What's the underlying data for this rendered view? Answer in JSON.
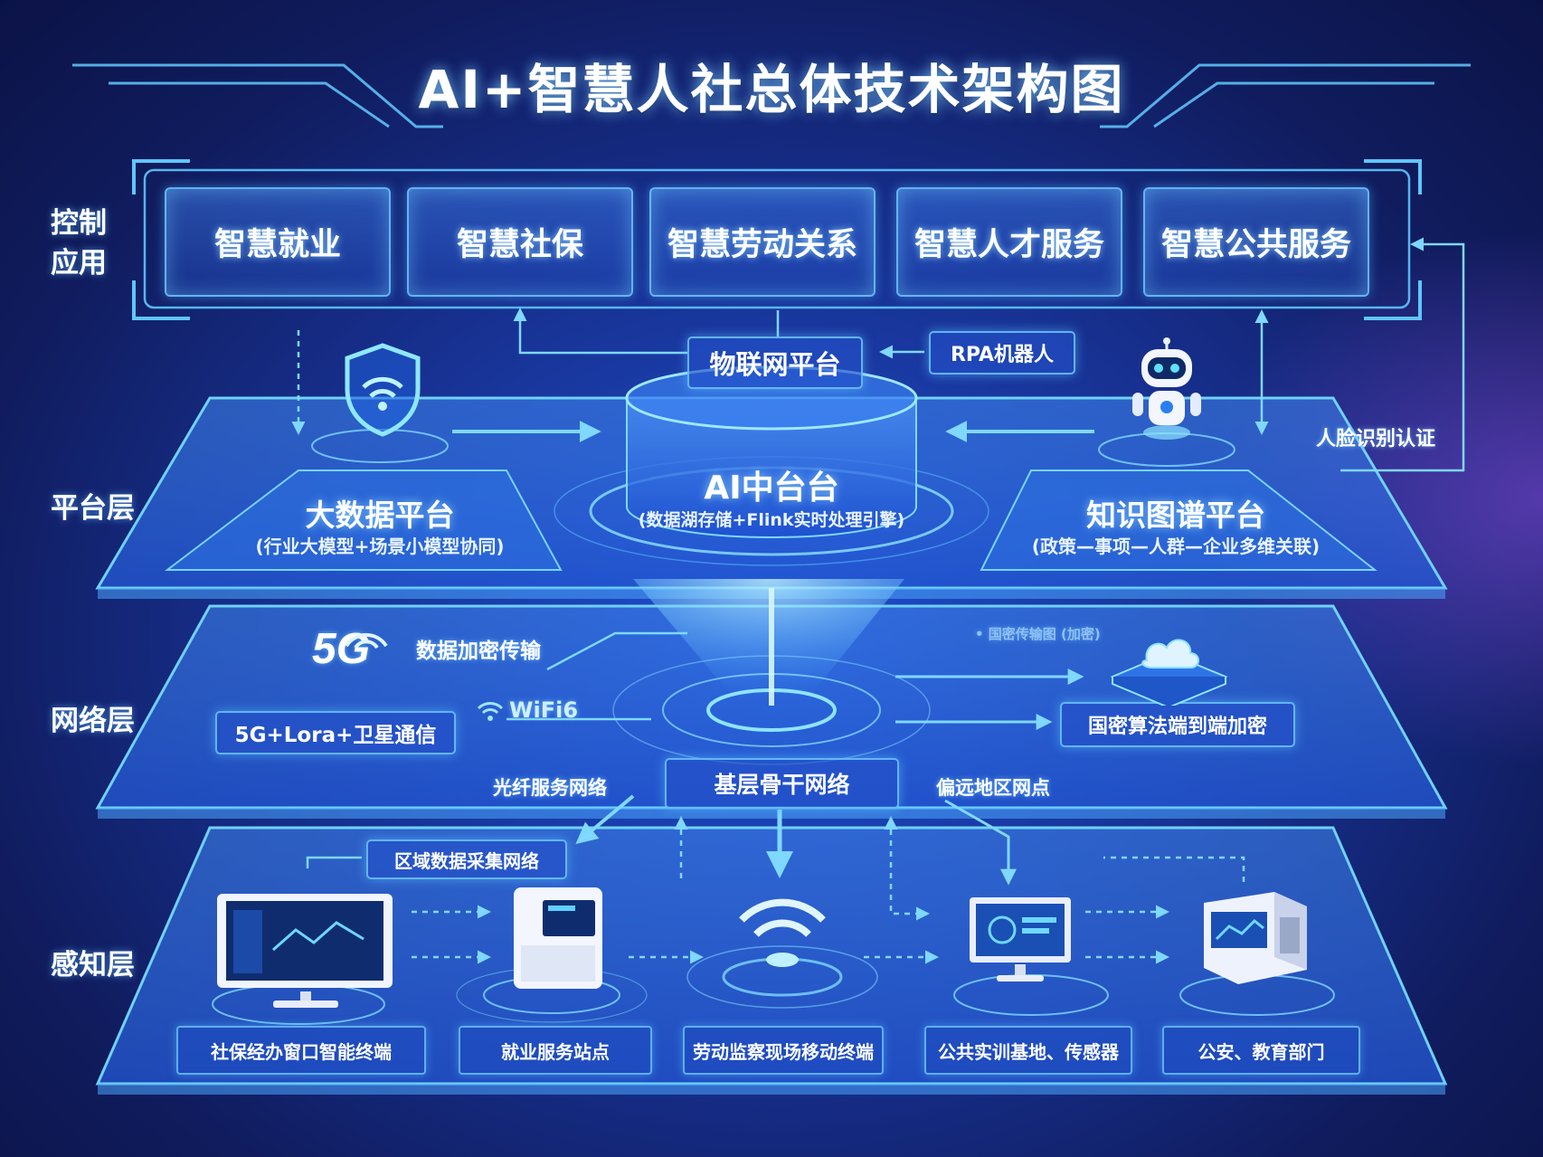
{
  "title": "AI+智慧人社总体技术架构图",
  "layers": {
    "application": "控制\n应用",
    "platform": "平台层",
    "network": "网络层",
    "perception": "感知层"
  },
  "applications": [
    "智慧就业",
    "智慧社保",
    "智慧劳动关系",
    "智慧人才服务",
    "智慧公共服务"
  ],
  "platform": {
    "iot": "物联网平台",
    "rpa": "RPA机器人",
    "face": "人脸识别认证",
    "bigdata_title": "大数据平台",
    "bigdata_sub": "(行业大模型+场景小模型协同)",
    "ai_title": "AI中台台",
    "ai_sub": "(数据湖存储+Flink实时处理引擎)",
    "kg_title": "知识图谱平台",
    "kg_sub": "(政策—事项—人群—企业多维关联)"
  },
  "network": {
    "fiveg_logo": "5G",
    "encrypt": "数据加密传输",
    "wifi": "WiFi6",
    "combo": "5G+Lora+卫星通信",
    "optical": "光纤服务网络",
    "backbone": "基层骨干网络",
    "remote": "偏远地区网点",
    "sm_encrypt": "国密算法端到端加密",
    "faint_label": "• 国密传输图 (加密)"
  },
  "perception": {
    "collect": "区域数据采集网络",
    "terminals": [
      "社保经办窗口智能终端",
      "就业服务站点",
      "劳动监察现场移动终端",
      "公共实训基地、传感器",
      "公安、教育部门"
    ]
  },
  "colors": {
    "accent": "#5fd0ff",
    "panel": "#2a5fd6",
    "glow": "#8fe0ff"
  },
  "icons": [
    "shield-wifi-icon",
    "robot-icon",
    "cloud-server-icon",
    "monitor-icon",
    "kiosk-icon",
    "wifi-signal-icon",
    "desktop-icon",
    "server-icon"
  ]
}
